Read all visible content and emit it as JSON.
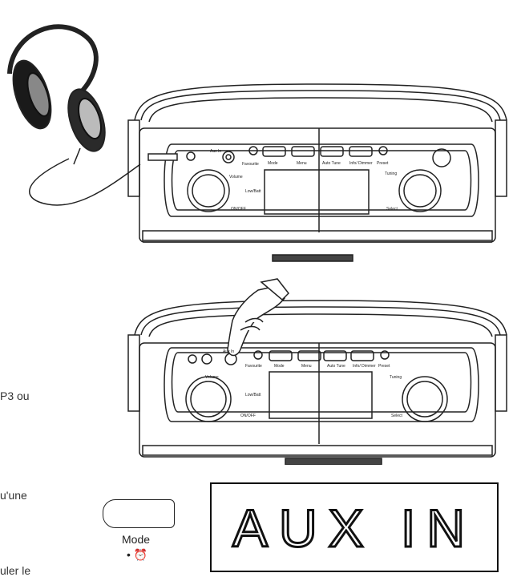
{
  "radio_labels": {
    "favourite": "Favourite",
    "mode": "Mode",
    "menu": "Menu",
    "auto_tune": "Auto Tune",
    "info_dimmer": "Info/ Dimmer",
    "preset": "Preset",
    "volume": "Volume",
    "tuning": "Tuning",
    "on_off": "ON/OFF",
    "select": "Select",
    "low_batt": "Low/Batt",
    "aux_in": "Aux In"
  },
  "text_fragments": [
    "P3 ou",
    "u'une",
    "uler le"
  ],
  "mode_button": {
    "label": "Mode",
    "icon": "alarm-clock-icon"
  },
  "lcd": {
    "text": "AUX IN"
  },
  "colors": {
    "line": "#222222",
    "lcd_text": "#111111"
  }
}
